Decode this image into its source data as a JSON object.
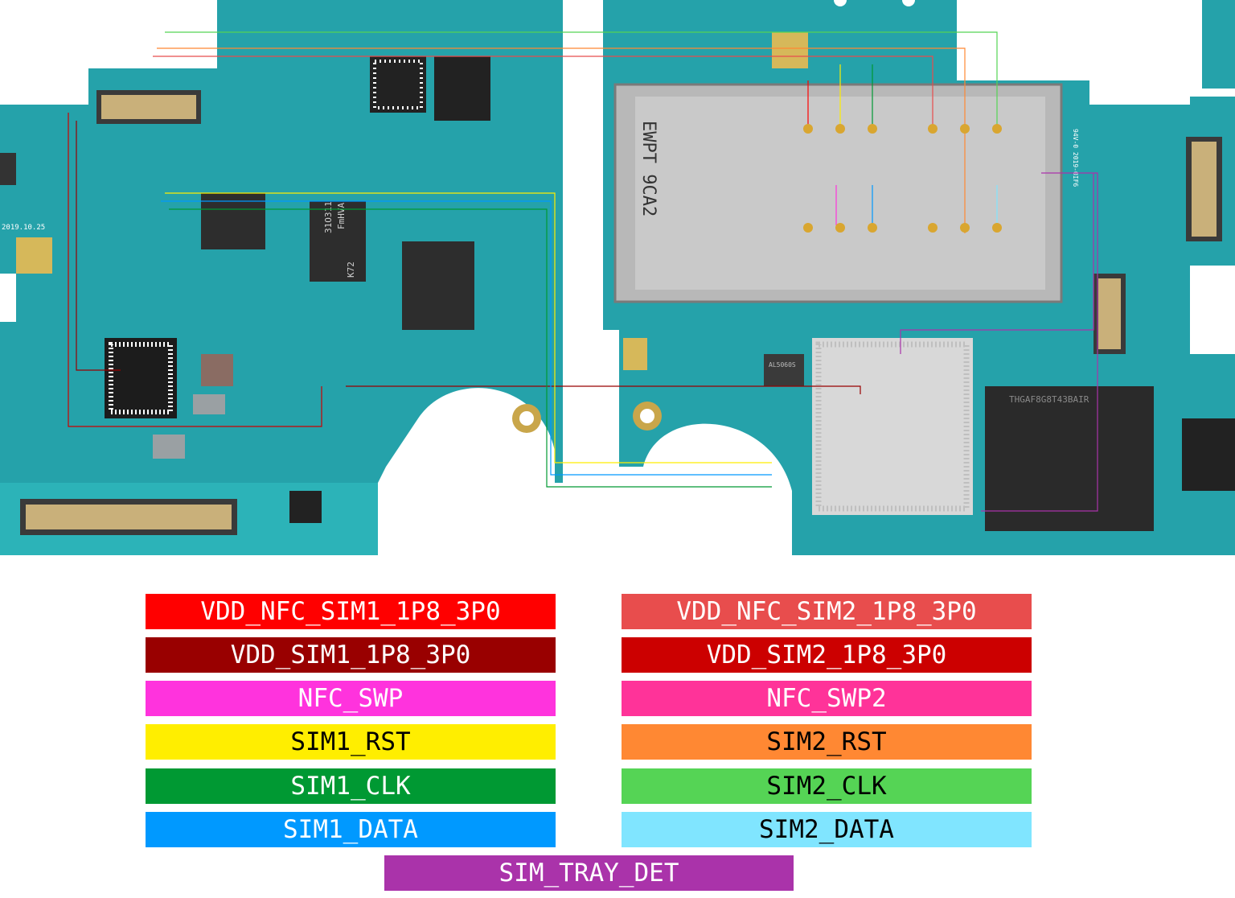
{
  "diagram": {
    "board_labels": {
      "date_code": "2019.10.25",
      "chip1_line1": "FmHVA",
      "chip1_line2": "31O311",
      "chip1_line3": "K72",
      "sim_tray_line1": "EWPT 9CA2",
      "memory_chip": "THGAF8G8T43BAIR",
      "pmic_chip": "AL5060S",
      "sim_side_text": "94V-0 2019-0IF6"
    },
    "colors": {
      "board": "#25a2aa",
      "board_dark": "#0e7e86",
      "trace": "#1c8f98"
    }
  },
  "legend": {
    "left": [
      {
        "label": "VDD_NFC_SIM1_1P8_3P0",
        "bg": "#ff0000",
        "fg": "#ffffff"
      },
      {
        "label": "VDD_SIM1_1P8_3P0",
        "bg": "#990000",
        "fg": "#ffffff"
      },
      {
        "label": "NFC_SWP",
        "bg": "#ff33dd",
        "fg": "#ffffff"
      },
      {
        "label": "SIM1_RST",
        "bg": "#ffee00",
        "fg": "#000000"
      },
      {
        "label": "SIM1_CLK",
        "bg": "#009933",
        "fg": "#ffffff"
      },
      {
        "label": "SIM1_DATA",
        "bg": "#0099ff",
        "fg": "#ffffff"
      }
    ],
    "right": [
      {
        "label": "VDD_NFC_SIM2_1P8_3P0",
        "bg": "#e84d4d",
        "fg": "#ffffff"
      },
      {
        "label": "VDD_SIM2_1P8_3P0",
        "bg": "#cc0000",
        "fg": "#ffffff"
      },
      {
        "label": "NFC_SWP2",
        "bg": "#ff3399",
        "fg": "#ffffff"
      },
      {
        "label": "SIM2_RST",
        "bg": "#ff8833",
        "fg": "#000000"
      },
      {
        "label": "SIM2_CLK",
        "bg": "#55d455",
        "fg": "#000000"
      },
      {
        "label": "SIM2_DATA",
        "bg": "#80e5ff",
        "fg": "#000000"
      }
    ],
    "bottom": {
      "label": "SIM_TRAY_DET",
      "bg": "#aa33aa",
      "fg": "#ffffff"
    }
  }
}
